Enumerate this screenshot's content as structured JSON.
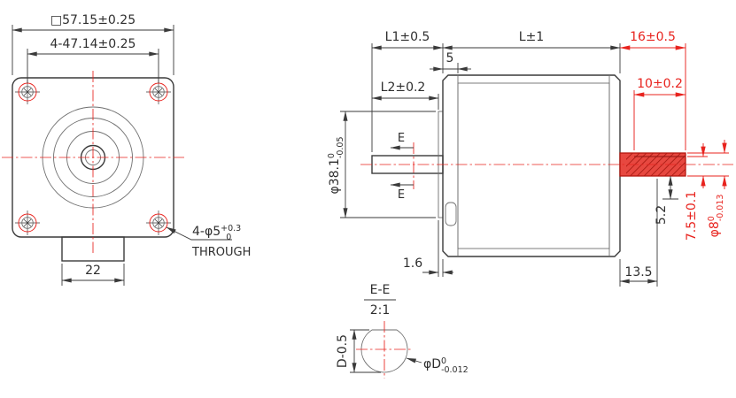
{
  "front_view": {
    "frame_size": "□57.15±0.25",
    "bolt_pitch": "4-47.14±0.25",
    "hole_callout": {
      "main": "4-φ5",
      "sup": "+0.3",
      "sub": "0",
      "note": "THROUGH"
    },
    "connector_width": "22"
  },
  "side_view": {
    "l1": "L1±0.5",
    "body_length": "L±1",
    "shaft_length": "16±0.5",
    "boss_step": "5",
    "l2": "L2±0.2",
    "flat_length": "10±0.2",
    "pilot_dia": {
      "main": "φ38.1",
      "sup": "0",
      "sub": "-0.05"
    },
    "section_label_top": "E",
    "section_label_bottom": "E",
    "key_height": "5.2",
    "flat_height": "7.5±0.1",
    "shaft_dia": {
      "main": "φ8",
      "sup": "0",
      "sub": "-0.013"
    },
    "boss_thickness": "1.6",
    "rear_length": "13.5"
  },
  "section_view": {
    "title": "E-E",
    "scale": "2:1",
    "flat_dim": "D-0.5",
    "dia": {
      "main": "φD",
      "sup": "0",
      "sub": "-0.012"
    }
  },
  "colors": {
    "line": "#3a3a3a",
    "accent_red": "#e8231e",
    "shaft_fill": "#e74840"
  }
}
